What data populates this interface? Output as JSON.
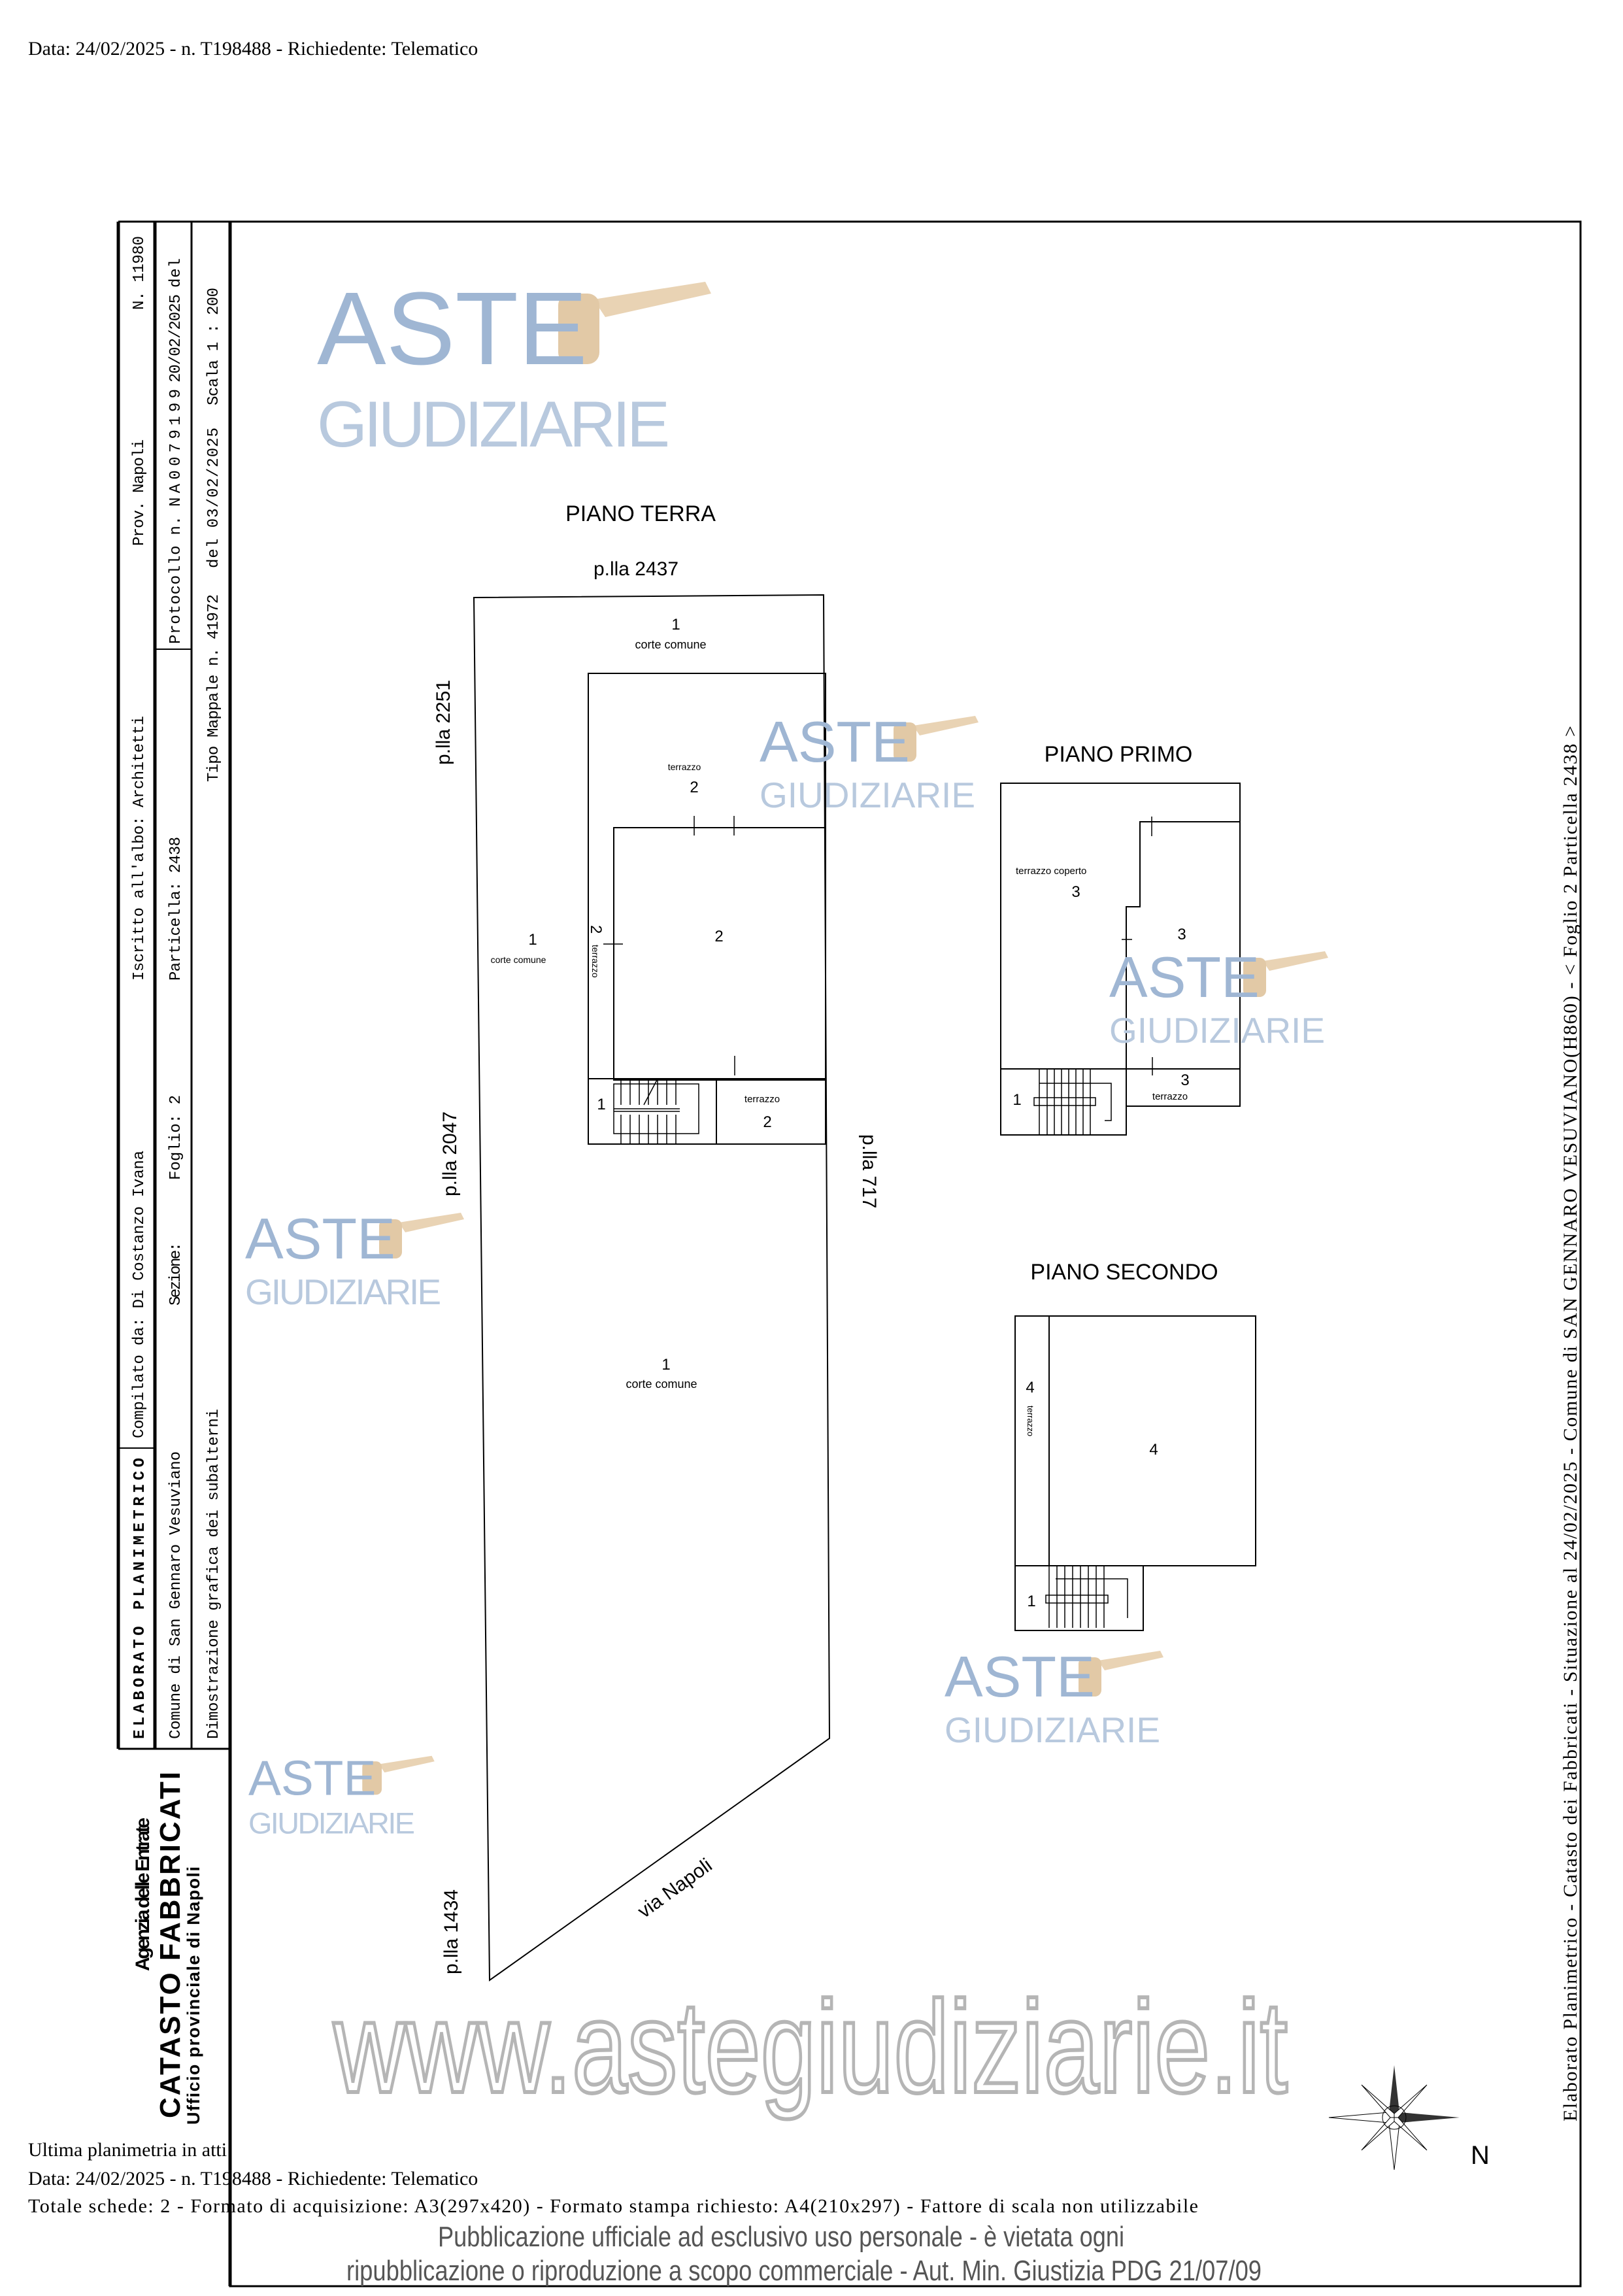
{
  "header": {
    "top_line": "Data: 24/02/2025 - n. T198488 - Richiedente: Telematico"
  },
  "title_block": {
    "doc_title": "ELABORATO PLANIMETRICO",
    "compiled_by": "Compilato da: Di Costanzo Ivana",
    "registered": "Iscritto all'albo: Architetti",
    "province": "Prov. Napoli",
    "number": "N. 11980",
    "comune": "Comune di San Gennaro Vesuviano",
    "sezione": "Sezione:",
    "foglio": "Foglio: 2",
    "particella": "Particella: 2438",
    "protocollo": "Protocollo n.",
    "protocollo_code": "NA0079199",
    "protocollo_date": "20/02/2025",
    "protocollo_del": "del",
    "description": "Dimostrazione grafica dei subalterni",
    "tipo_mappale": "Tipo Mappale n. 41972",
    "tipo_date": "del 03/02/2025",
    "scale": "Scala 1 : 200"
  },
  "agency": {
    "name": "Agenzia delle Entrate",
    "dept": "CATASTO FABBRICATI",
    "office": "Ufficio provinciale di Napoli"
  },
  "side_caption": "Elaborato Planimetrico - Catasto dei Fabbricati - Situazione al 24/02/2025 - Comune di SAN GENNARO VESUVIANO(H860) - < Foglio 2 Particella 2438 >",
  "plans": {
    "terra": {
      "title": "PIANO TERRA",
      "north_parcel": "p.lla 2437",
      "west_parcel_1": "p.lla 2251",
      "west_parcel_2": "p.lla 2047",
      "west_parcel_3": "p.lla 1434",
      "east_parcel": "p.lla 717",
      "street": "via Napoli",
      "labels": {
        "n1": "1",
        "n2": "2",
        "corte": "corte comune",
        "terrazzo": "terrazzo"
      }
    },
    "primo": {
      "title": "PIANO PRIMO",
      "labels": {
        "n1": "1",
        "n3": "3",
        "terrazzo_coperto": "terrazzo coperto",
        "terrazzo": "terrazzo"
      }
    },
    "secondo": {
      "title": "PIANO SECONDO",
      "labels": {
        "n1": "1",
        "n4": "4",
        "terrazzo": "terrazzo"
      }
    }
  },
  "compass": {
    "north": "N"
  },
  "watermark": {
    "line1": "ASTE",
    "line2": "GIUDIZIARIE",
    "site": "www.astegiudiziarie.it",
    "notice_1": "Pubblicazione ufficiale ad esclusivo uso personale - è vietata ogni",
    "notice_2": "ripubblicazione o riproduzione a scopo commerciale - Aut. Min. Giustizia PDG 21/07/09"
  },
  "footer": {
    "last_plan": "Ultima planimetria in atti",
    "data_line": "Data: 24/02/2025 - n. T198488 - Richiedente: Telematico",
    "totals_line": "Totale schede: 2 - Formato di acquisizione: A3(297x420) - Formato stampa richiesto: A4(210x297) - Fattore di scala non utilizzabile"
  }
}
